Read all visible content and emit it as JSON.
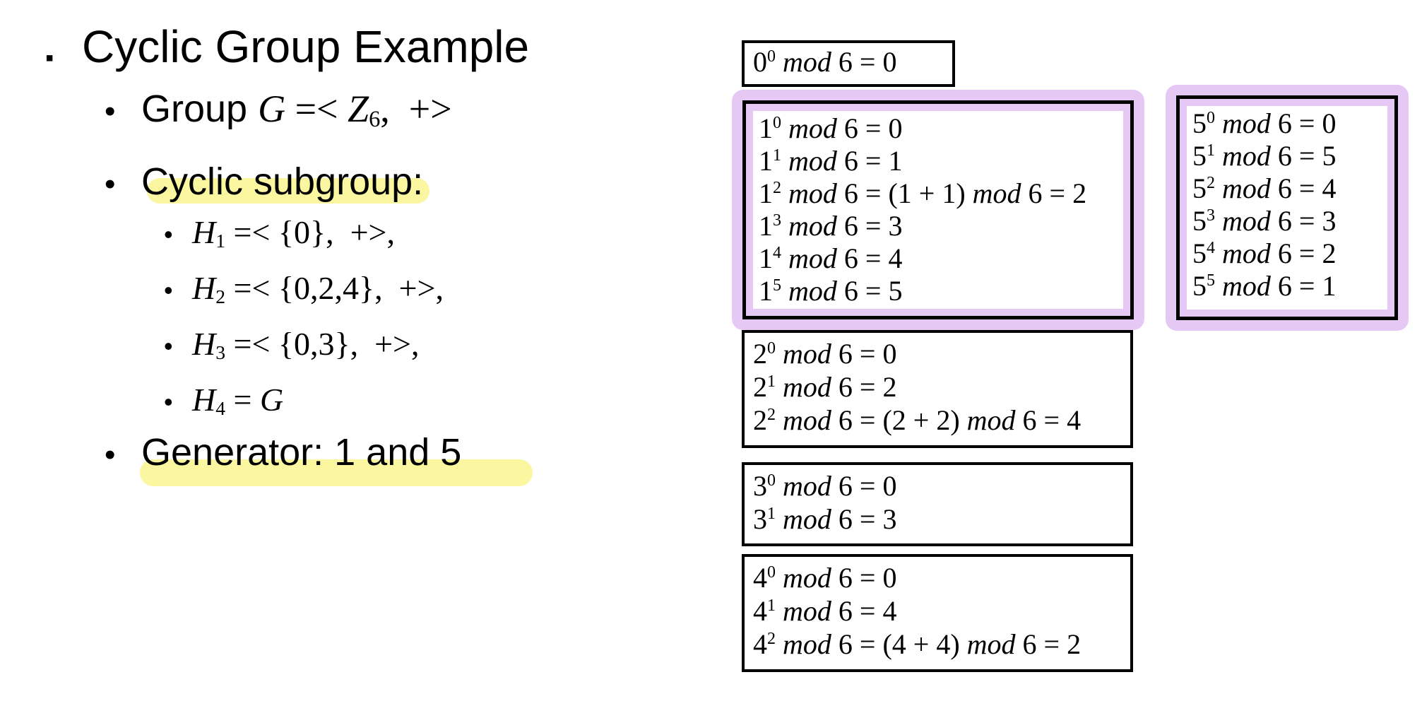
{
  "slide": {
    "title": {
      "glyph": "▪",
      "text": "Cyclic Group Example"
    },
    "bullets": [
      {
        "id": "group",
        "level": 2,
        "glyph": "•",
        "rich": "Group `~G~ =< ~Z~_6,  +>`"
      },
      {
        "id": "cyclic-subgroup",
        "level": 2,
        "glyph": "•",
        "rich": "Cyclic subgroup:",
        "highlight": "yellow"
      },
      {
        "id": "h1",
        "level": 3,
        "glyph": "•",
        "rich": "`~H~_1 =< {0},  +>,`"
      },
      {
        "id": "h2",
        "level": 3,
        "glyph": "•",
        "rich": "`~H~_2 =< {0,2,4},  +>,`"
      },
      {
        "id": "h3",
        "level": 3,
        "glyph": "•",
        "rich": "`~H~_3 =< {0,3},  +>,`"
      },
      {
        "id": "h4",
        "level": 3,
        "glyph": "•",
        "rich": "`~H~_4 = ~G~`"
      },
      {
        "id": "generator",
        "level": 2,
        "glyph": "•",
        "rich": "Generator: 1 and 5",
        "highlight": "yellow"
      }
    ]
  },
  "boxes": [
    {
      "id": "pow0",
      "highlighted": false,
      "lines": [
        "0^0 ~mod~ 6 = 0"
      ]
    },
    {
      "id": "pow1",
      "highlighted": true,
      "lines": [
        "1^0 ~mod~ 6 = 0",
        "1^1 ~mod~ 6 = 1",
        "1^2 ~mod~ 6 = (1 + 1) ~mod~ 6 = 2",
        "1^3 ~mod~ 6 = 3",
        "1^4 ~mod~ 6 = 4",
        "1^5 ~mod~ 6 = 5"
      ]
    },
    {
      "id": "pow5",
      "highlighted": true,
      "lines": [
        "5^0 ~mod~ 6 = 0",
        "5^1 ~mod~ 6 = 5",
        "5^2 ~mod~ 6 = 4",
        "5^3 ~mod~ 6 = 3",
        "5^4 ~mod~ 6 = 2",
        "5^5 ~mod~ 6 = 1"
      ]
    },
    {
      "id": "pow2",
      "highlighted": false,
      "lines": [
        "2^0 ~mod~ 6 = 0",
        "2^1 ~mod~ 6 = 2",
        "2^2 ~mod~ 6 = (2 + 2) ~mod~ 6 = 4"
      ]
    },
    {
      "id": "pow3",
      "highlighted": false,
      "lines": [
        "3^0 ~mod~ 6 = 0",
        "3^1 ~mod~ 6 = 3"
      ]
    },
    {
      "id": "pow4",
      "highlighted": false,
      "lines": [
        "4^0 ~mod~ 6 = 0",
        "4^1 ~mod~ 6 = 4",
        "4^2 ~mod~ 6 = (4 + 4) ~mod~ 6 = 2"
      ]
    }
  ],
  "colors": {
    "highlight_purple": "#e6c8f5",
    "highlight_yellow": "#faf7a0",
    "box_border": "#000000",
    "text": "#000000",
    "background": "#ffffff"
  }
}
